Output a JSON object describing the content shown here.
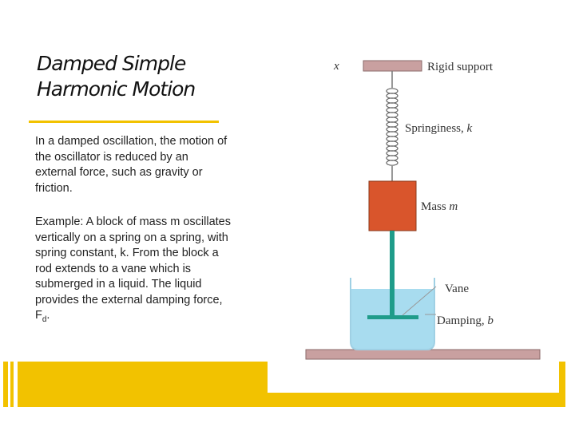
{
  "title": {
    "line1": "Damped Simple",
    "line2": "Harmonic Motion"
  },
  "body": {
    "paragraph1": "In a damped oscillation, the motion of the oscillator is reduced by an external force, such as gravity or friction.",
    "paragraph2_main": "Example: A block of mass m oscillates vertically on a spring on a spring, with spring constant, k.  From the block a rod extends to a vane which is submerged in a liquid. The liquid provides the external damping force, F",
    "paragraph2_subscript": "d",
    "paragraph2_end": "."
  },
  "figure": {
    "x_label": "x",
    "rigid_support": "Rigid support",
    "springiness": "Springiness, ",
    "springiness_var": "k",
    "mass": "Mass ",
    "mass_var": "m",
    "vane": "Vane",
    "damping": "Damping, ",
    "damping_var": "b"
  },
  "colors": {
    "accent": "#f2c200",
    "mass_block": "#d9552c",
    "rod": "#1f9c8a",
    "liquid": "#a8dcef",
    "support": "#c9a0a0"
  }
}
